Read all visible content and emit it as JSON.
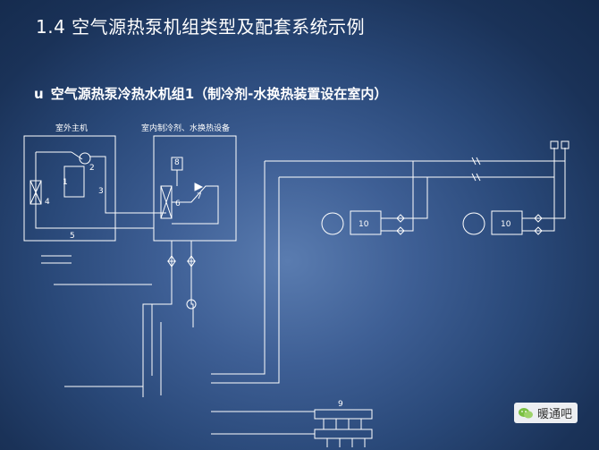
{
  "slide": {
    "title": "1.4 空气源热泵机组类型及配套系统示例",
    "bullet": "u",
    "subtitle": "空气源热泵冷热水机组1（制冷剂-水换热装置设在室内）"
  },
  "diagram": {
    "outdoor_unit_label": "室外主机",
    "indoor_unit_label": "室内制冷剂、水换热设备",
    "component_numbers": [
      "1",
      "2",
      "3",
      "4",
      "5",
      "6",
      "7",
      "8",
      "9",
      "10"
    ]
  },
  "watermark": {
    "text": "暖通吧",
    "icon": "wechat-icon"
  },
  "colors": {
    "background": "#294878",
    "line": "#ffffff"
  }
}
